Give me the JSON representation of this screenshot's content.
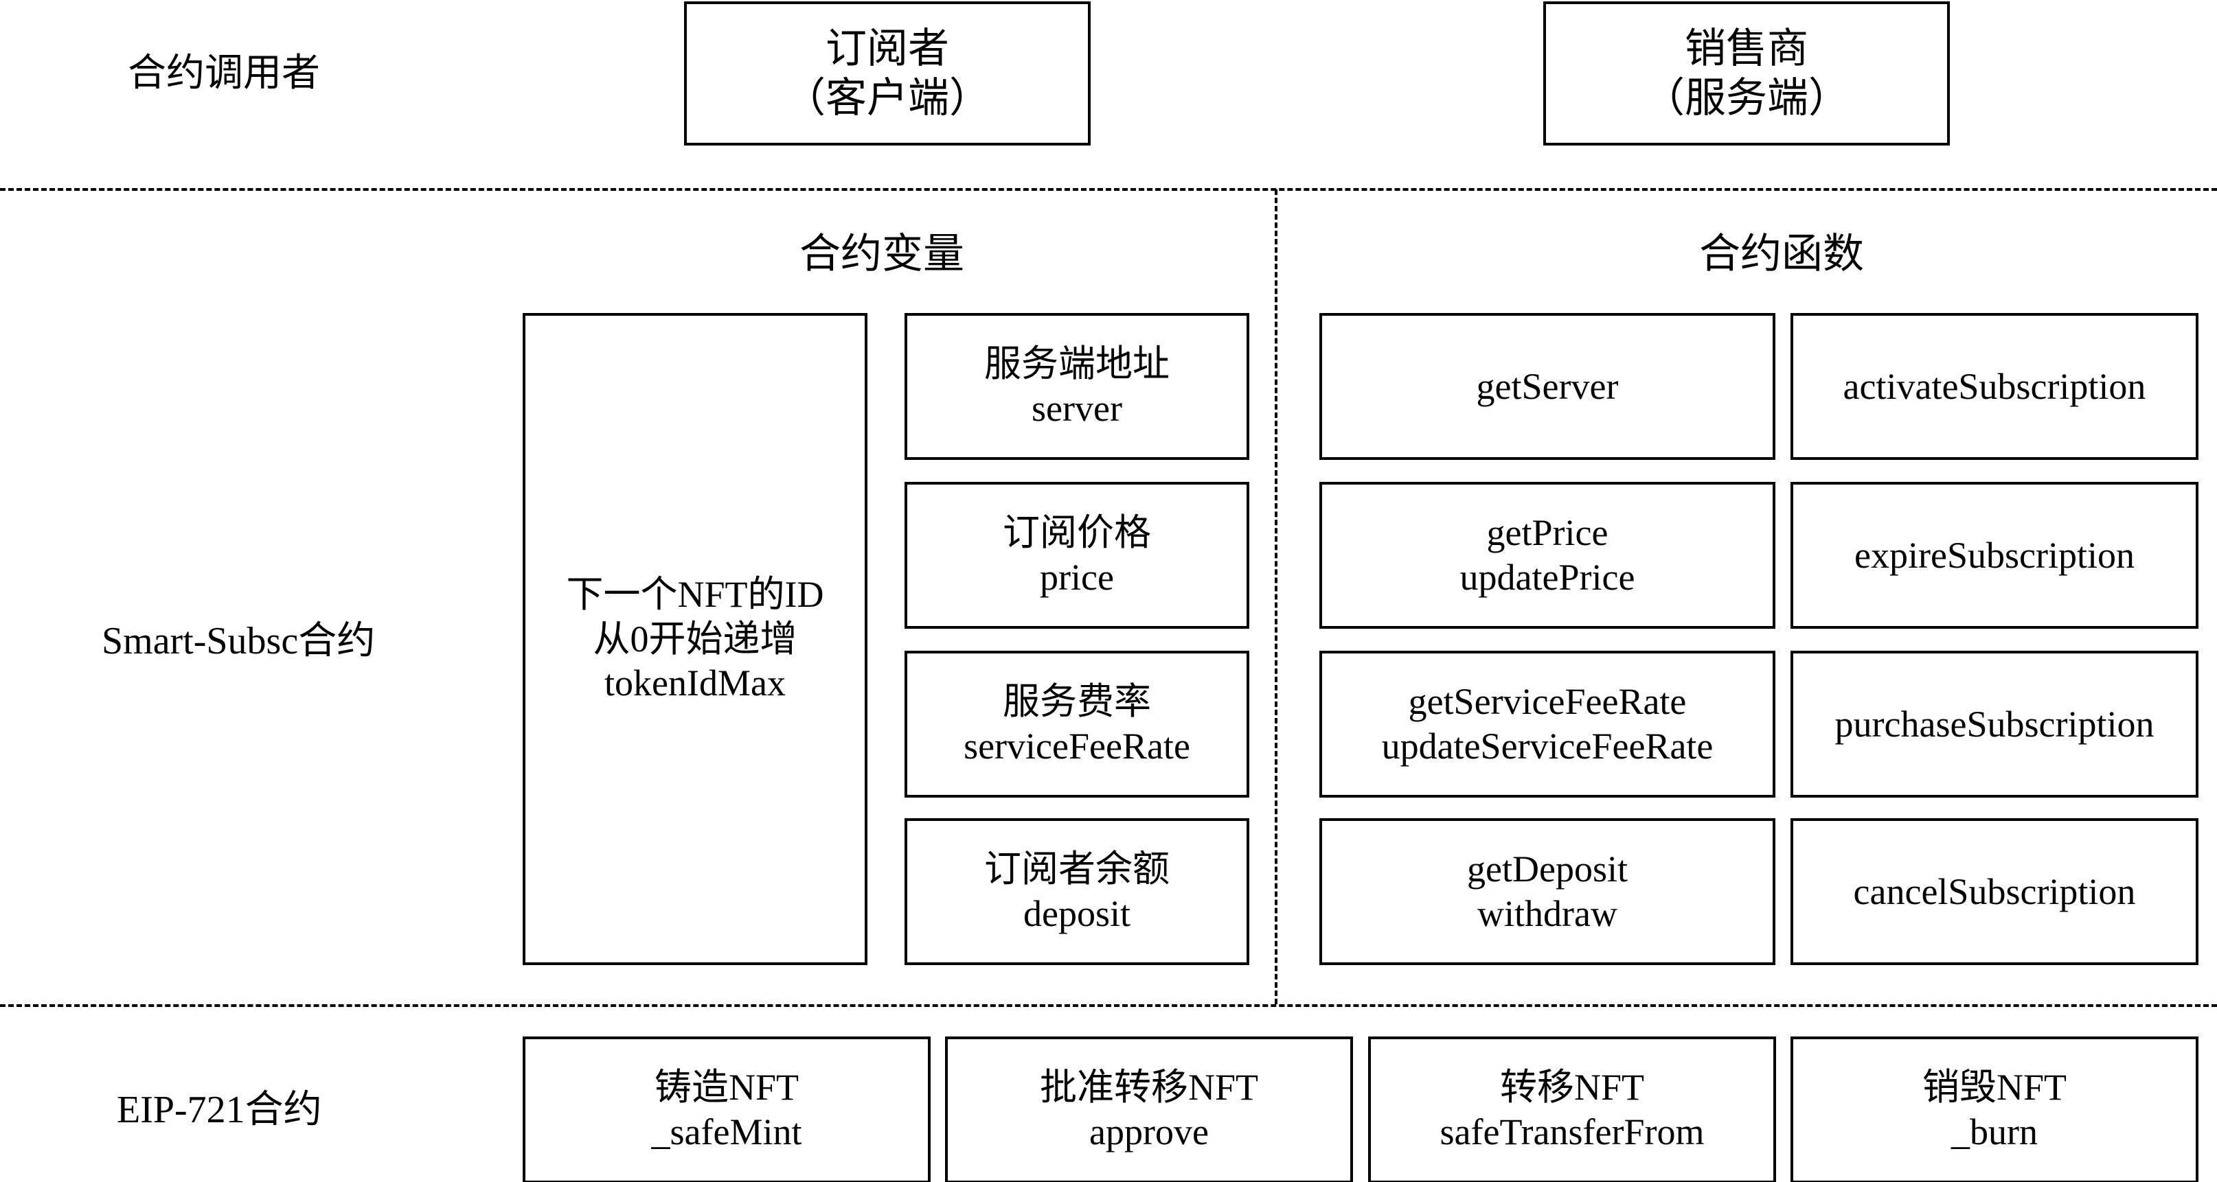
{
  "caller_row": {
    "label": "合约调用者",
    "subscriber": {
      "title": "订阅者",
      "subtitle": "（客户端）"
    },
    "vendor": {
      "title": "销售商",
      "subtitle": "（服务端）"
    }
  },
  "smart_row": {
    "label": "Smart-Subsc合约",
    "variables_header": "合约变量",
    "functions_header": "合约函数",
    "token_box": {
      "line1": "下一个NFT的ID",
      "line2": "从0开始递增",
      "line3": "tokenIdMax"
    },
    "variables": [
      {
        "title": "服务端地址",
        "code": "server"
      },
      {
        "title": "订阅价格",
        "code": "price"
      },
      {
        "title": "服务费率",
        "code": "serviceFeeRate"
      },
      {
        "title": "订阅者余额",
        "code": "deposit"
      }
    ],
    "functions_left": [
      {
        "line1": "getServer",
        "line2": ""
      },
      {
        "line1": "getPrice",
        "line2": "updatePrice"
      },
      {
        "line1": "getServiceFeeRate",
        "line2": "updateServiceFeeRate"
      },
      {
        "line1": "getDeposit",
        "line2": "withdraw"
      }
    ],
    "functions_right": [
      "activateSubscription",
      "expireSubscription",
      "purchaseSubscription",
      "cancelSubscription"
    ]
  },
  "eip_row": {
    "label": "EIP-721合约",
    "functions": [
      {
        "title": "铸造NFT",
        "code": "_safeMint"
      },
      {
        "title": "批准转移NFT",
        "code": "approve"
      },
      {
        "title": "转移NFT",
        "code": "safeTransferFrom"
      },
      {
        "title": "销毁NFT",
        "code": "_burn"
      }
    ]
  }
}
